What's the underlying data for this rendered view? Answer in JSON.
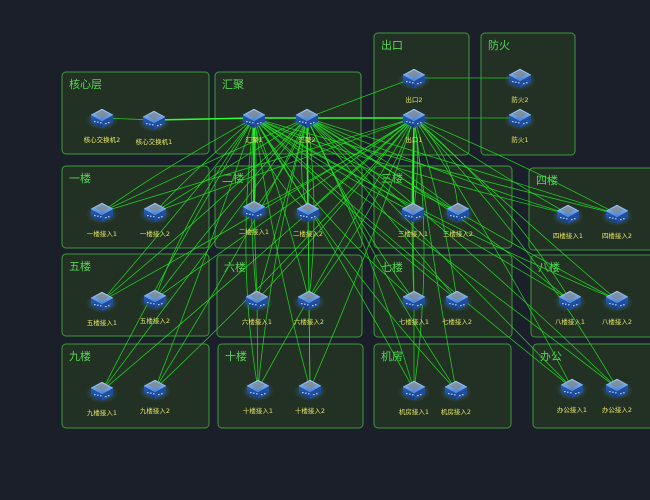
{
  "diagram": {
    "colors": {
      "background": "#1b1f29",
      "group_fill": "#223124",
      "group_stroke": "#3c9a3c",
      "group_title": "#57d657",
      "link": "#1ee61e",
      "label": "#e6e66a",
      "device_body": "#3b7bd9"
    },
    "groups": [
      {
        "id": "g-bridge",
        "title": "核心层",
        "nodes": [
          {
            "id": "b2",
            "label": "核心交换机2"
          },
          {
            "id": "b1",
            "label": "核心交换机1"
          }
        ]
      },
      {
        "id": "g-core",
        "title": "汇聚",
        "nodes": [
          {
            "id": "c1",
            "label": "汇聚1"
          },
          {
            "id": "c2",
            "label": "汇聚2"
          }
        ]
      },
      {
        "id": "g-top1",
        "title": "出口",
        "nodes": [
          {
            "id": "t2",
            "label": "出口2"
          },
          {
            "id": "t1",
            "label": "出口1"
          }
        ]
      },
      {
        "id": "g-top2",
        "title": "防火",
        "nodes": [
          {
            "id": "u2",
            "label": "防火2"
          },
          {
            "id": "u1",
            "label": "防火1"
          }
        ]
      },
      {
        "id": "g-r1a",
        "title": "一楼",
        "nodes": [
          {
            "id": "a1",
            "label": "一楼接入1"
          },
          {
            "id": "a2",
            "label": "一楼接入2"
          }
        ]
      },
      {
        "id": "g-r1b",
        "title": "二楼",
        "nodes": [
          {
            "id": "b21",
            "label": "二楼接入1"
          },
          {
            "id": "b22",
            "label": "二楼接入2"
          }
        ]
      },
      {
        "id": "g-r1c",
        "title": "三楼",
        "nodes": [
          {
            "id": "c31",
            "label": "三楼接入1"
          },
          {
            "id": "c32",
            "label": "三楼接入2"
          }
        ]
      },
      {
        "id": "g-r1d",
        "title": "四楼",
        "nodes": [
          {
            "id": "d41",
            "label": "四楼接入1"
          },
          {
            "id": "d42",
            "label": "四楼接入2"
          }
        ]
      },
      {
        "id": "g-r2a",
        "title": "五楼",
        "nodes": [
          {
            "id": "e1",
            "label": "五楼接入1"
          },
          {
            "id": "e2",
            "label": "五楼接入2"
          }
        ]
      },
      {
        "id": "g-r2b",
        "title": "六楼",
        "nodes": [
          {
            "id": "f1",
            "label": "六楼接入1"
          },
          {
            "id": "f2",
            "label": "六楼接入2"
          }
        ]
      },
      {
        "id": "g-r2c",
        "title": "七楼",
        "nodes": [
          {
            "id": "h1",
            "label": "七楼接入1"
          },
          {
            "id": "h2",
            "label": "七楼接入2"
          }
        ]
      },
      {
        "id": "g-r2d",
        "title": "八楼",
        "nodes": [
          {
            "id": "i1",
            "label": "八楼接入1"
          },
          {
            "id": "i2",
            "label": "八楼接入2"
          }
        ]
      },
      {
        "id": "g-r3a",
        "title": "九楼",
        "nodes": [
          {
            "id": "j1",
            "label": "九楼接入1"
          },
          {
            "id": "j2",
            "label": "九楼接入2"
          }
        ]
      },
      {
        "id": "g-r3b",
        "title": "十楼",
        "nodes": [
          {
            "id": "k1",
            "label": "十楼接入1"
          },
          {
            "id": "k2",
            "label": "十楼接入2"
          }
        ]
      },
      {
        "id": "g-r3c",
        "title": "机房",
        "nodes": [
          {
            "id": "l1",
            "label": "机房接入1"
          },
          {
            "id": "l2",
            "label": "机房接入2"
          }
        ]
      },
      {
        "id": "g-r3d",
        "title": "办公",
        "nodes": [
          {
            "id": "m1",
            "label": "办公接入1"
          },
          {
            "id": "m2",
            "label": "办公接入2"
          }
        ]
      }
    ]
  }
}
